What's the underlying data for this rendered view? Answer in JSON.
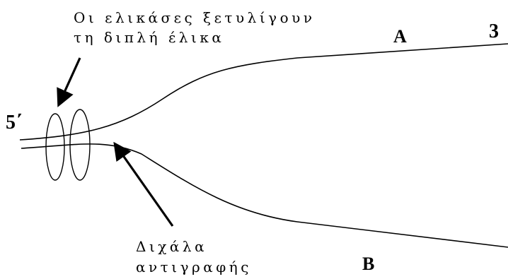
{
  "diagram": {
    "helicase_label_line1": "Οι ελικάσες ξετυλίγουν",
    "helicase_label_line2": "τη διπλή έλικα",
    "fork_label_line1": "Διχάλα",
    "fork_label_line2": "αντιγραφής",
    "end_5_label": "5΄",
    "end_3_label": "3",
    "strand_a_label": "A",
    "strand_b_label": "B"
  },
  "colors": {
    "ink": "#000000",
    "background": "#ffffff"
  }
}
